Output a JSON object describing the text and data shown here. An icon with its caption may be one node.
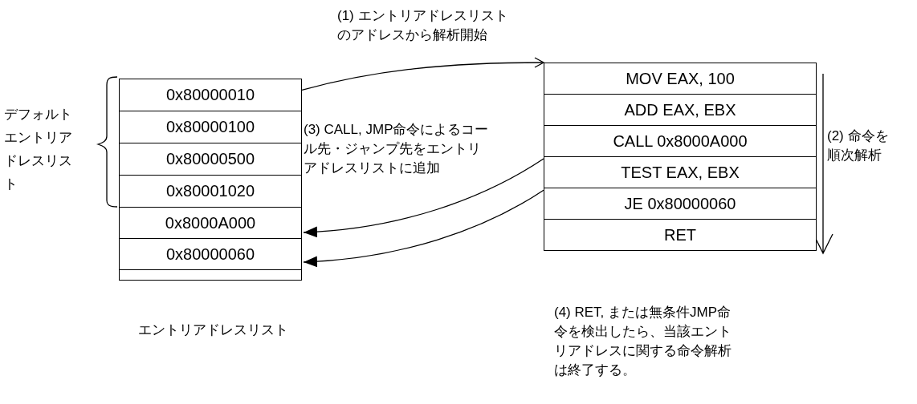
{
  "diagram": {
    "nodes": [
      {
        "text": [
          "0x80000010"
        ]
      },
      {
        "text": [
          "0x80000100"
        ]
      },
      {
        "text": [
          "0x80000500"
        ]
      },
      {
        "text": [
          "0x80001020"
        ]
      },
      {
        "text": [
          "0x8000A000"
        ]
      },
      {
        "text": [
          "0x80000060"
        ]
      },
      {
        "text": [],
        "shape": "box"
      },
      {
        "text": [
          "MOV EAX, 100"
        ]
      },
      {
        "text": [
          "ADD EAX, EBX"
        ]
      },
      {
        "text": [
          "CALL 0x8000A000"
        ]
      },
      {
        "text": [
          "TEST EAX, EBX"
        ]
      },
      {
        "text": [
          "JE 0x80000060"
        ]
      },
      {
        "text": [
          "RET"
        ]
      }
    ],
    "edges": [
      {
        "from": 0,
        "to": 7,
        "arrow": "to",
        "label": "(1) エントリアドレスリストのアドレスから解析開始"
      },
      {
        "from": 9,
        "to": 4,
        "arrow": "to",
        "label": "(3) CALL, JMP命令によるコール先・ジャンプ先をエントリアドレスリストに追加"
      },
      {
        "from": 11,
        "to": 5,
        "arrow": "to"
      }
    ],
    "labels": [
      "デフォルトエントリアドレスリスト",
      "(2) 命令を順次解析",
      "エントリアドレスリスト",
      "(4) RET, または無条件JMP命令を検出したら、当該エントリアドレスに関する命令解析は終了する。"
    ]
  }
}
